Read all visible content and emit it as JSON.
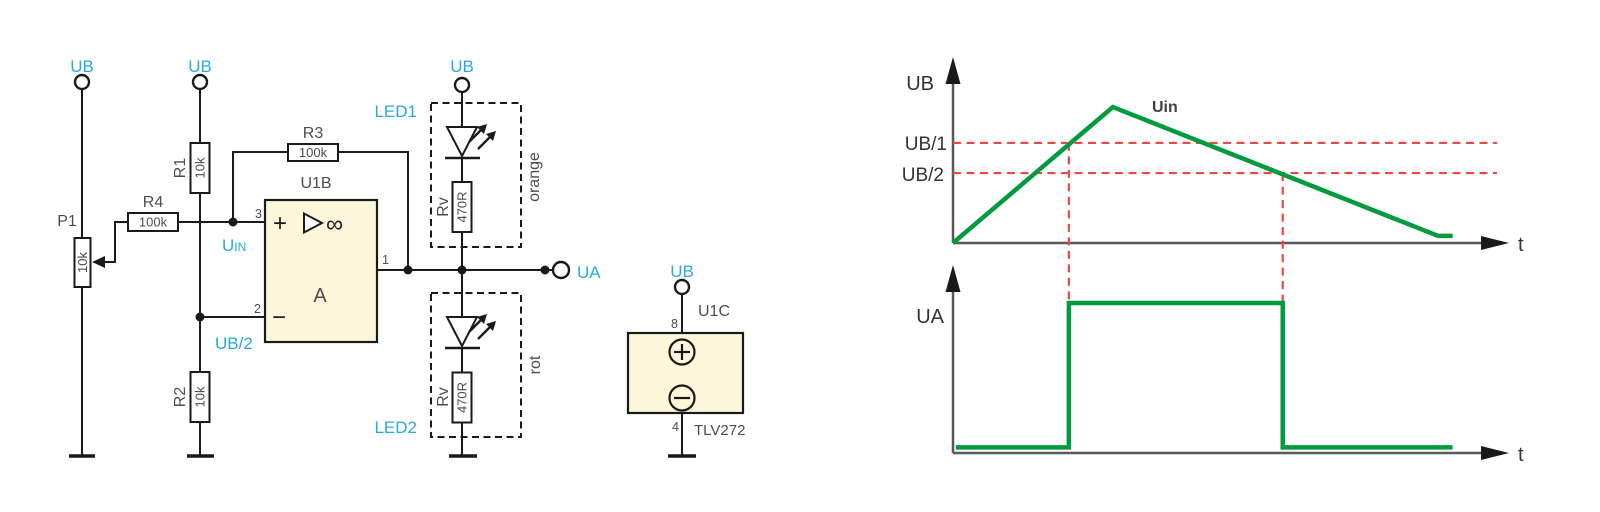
{
  "colors": {
    "accent_cyan": "#29a9e0",
    "trace_green": "#019b3f",
    "dashed_red": "#f14643",
    "ic_fill": "#fcf7da"
  },
  "circuit": {
    "supply_label": "UB",
    "output_label": "UA",
    "uin_main": "U",
    "uin_sub": "IN",
    "ub_half_label": "UB/2",
    "pot": {
      "ref": "P1",
      "value": "10k"
    },
    "r1": {
      "ref": "R1",
      "value": "10k"
    },
    "r2": {
      "ref": "R2",
      "value": "10k"
    },
    "r3": {
      "ref": "R3",
      "value": "100k"
    },
    "r4": {
      "ref": "R4",
      "value": "100k"
    },
    "rv": {
      "ref": "Rv",
      "value": "470R"
    },
    "led1": {
      "ref": "LED1",
      "color_label": "orange"
    },
    "led2": {
      "ref": "LED2",
      "color_label": "rot"
    },
    "opamp": {
      "ref": "U1B",
      "section": "A",
      "plus": "+",
      "minus": "−",
      "infinity": "∞",
      "pin_noninv": "3",
      "pin_inv": "2",
      "pin_out": "1"
    },
    "power_block": {
      "ref": "U1C",
      "part": "TLV272",
      "pin_vcc": "8",
      "pin_gnd": "4"
    }
  },
  "chart_data": [
    {
      "type": "line",
      "name": "input-voltage-vs-time",
      "title": "",
      "ylabel": "UB",
      "xlabel": "t",
      "xlim": [
        0,
        1
      ],
      "ylim": [
        0,
        1
      ],
      "grid": false,
      "series": [
        {
          "name": "Uin",
          "color": "#019b3f",
          "points": [
            [
              0.0,
              0.0
            ],
            [
              0.287,
              0.731
            ],
            [
              0.871,
              0.038
            ],
            [
              0.897,
              0.038
            ]
          ]
        }
      ],
      "thresholds": [
        {
          "label": "UB/1",
          "v": 0.538
        },
        {
          "label": "UB/2",
          "v": 0.376
        }
      ],
      "event_times": [
        0.208,
        0.592
      ],
      "annotation": "Uin"
    },
    {
      "type": "line",
      "name": "output-voltage-vs-time",
      "title": "",
      "ylabel": "UA",
      "xlabel": "t",
      "xlim": [
        0,
        1
      ],
      "ylim": [
        0,
        1
      ],
      "grid": false,
      "series": [
        {
          "name": "UA",
          "color": "#019b3f",
          "points": [
            [
              0.005,
              0.03
            ],
            [
              0.208,
              0.03
            ],
            [
              0.208,
              0.798
            ],
            [
              0.592,
              0.798
            ],
            [
              0.592,
              0.03
            ],
            [
              0.897,
              0.03
            ]
          ]
        }
      ]
    }
  ]
}
